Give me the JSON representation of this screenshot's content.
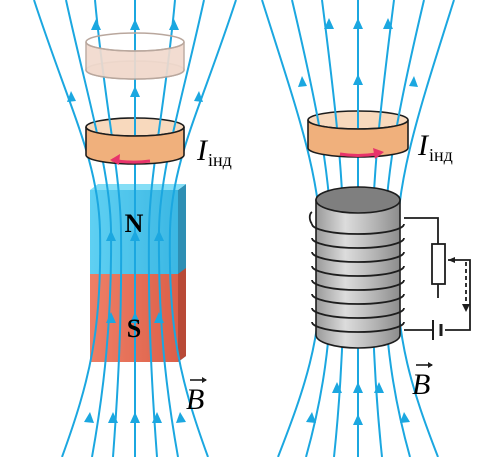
{
  "left_panel": {
    "magnet": {
      "north_label": "N",
      "south_label": "S"
    },
    "current_label": {
      "main": "I",
      "subscript": "інд"
    },
    "field_label": "B"
  },
  "right_panel": {
    "current_label": {
      "main": "I",
      "subscript": "інд"
    },
    "field_label": "B"
  },
  "colors": {
    "field_lines": "#1ba7e0",
    "ring_fill": "#f0b07c",
    "ring_faded": "#f3ddd0",
    "current_arrow": "#e8336b",
    "magnet_north": "#4fc6ec",
    "magnet_south": "#e8705a",
    "coil_body": "#b8b8b8",
    "coil_top": "#8a8a8a"
  }
}
